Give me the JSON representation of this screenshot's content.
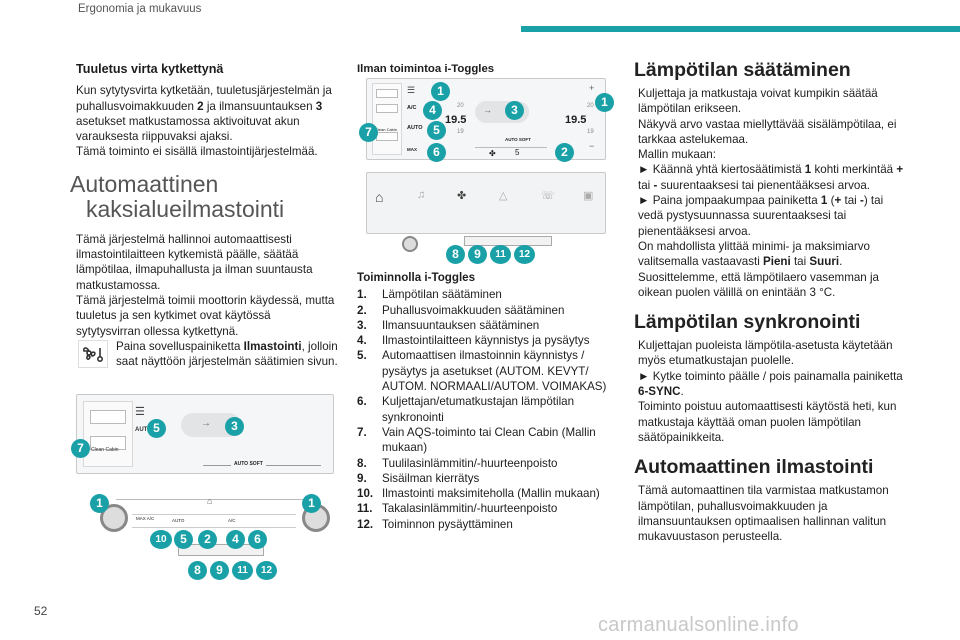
{
  "header": {
    "title": "Ergonomia ja mukavuus"
  },
  "page_number": "52",
  "watermark": "carmanualsonline.info",
  "left": {
    "heading1": "Tuuletus virta kytkettynä",
    "para1_a": "Kun sytytysvirta kytketään, tuuletusjärjestelmän ja puhallusvoimakkuuden ",
    "para1_b": "2",
    "para1_c": " ja ilmansuuntauksen ",
    "para1_d": "3",
    "para1_e": " asetukset matkustamossa aktivoituvat akun varauksesta riippuvaksi ajaksi.",
    "para1_f": "Tämä toiminto ei sisällä ilmastointijärjestelmää.",
    "big_heading_line1": "Automaattinen",
    "big_heading_line2": "kaksialueilmastointi",
    "para2": "Tämä järjestelmä hallinnoi automaattisesti ilmastointilaitteen kytkemistä päälle, säätää lämpötilaa, ilmapuhallusta ja ilman suuntausta matkustamossa.",
    "para3": "Tämä järjestelmä toimii moottorin käydessä, mutta tuuletus ja sen kytkimet ovat käytössä sytytysvirran ollessa kytkettynä.",
    "para4_a": "Paina sovelluspainiketta ",
    "para4_b": "Ilmastointi",
    "para4_c": ", jolloin saat näyttöön järjestelmän säätimien sivun.",
    "icon": "climate-app-icon",
    "screen_labels": {
      "auto": "AUTO",
      "clean": "Clean Cabin",
      "auto_soft": "AUTO SOFT"
    },
    "console_labels": {
      "max_a_c": "MAX A/C",
      "auto": "AUTO",
      "a_c": "A/C"
    },
    "badges_screen": [
      "5",
      "3",
      "7"
    ],
    "badges_console_top": [
      "1",
      "1"
    ],
    "badges_console_mid": [
      "10",
      "5",
      "2",
      "4",
      "6"
    ],
    "badges_console_bot": [
      "8",
      "9",
      "11",
      "12"
    ]
  },
  "middle": {
    "heading": "Ilman toimintoa i-Toggles",
    "screen_labels": {
      "a_c": "A/C",
      "auto": "AUTO",
      "clean": "Clean Cabin",
      "max": "MAX",
      "temp_left": "19.5",
      "temp_right": "19.5",
      "auto_soft": "AUTO SOFT",
      "t_20": "20",
      "t_19": "19",
      "fan_level": "5"
    },
    "badges_screen": [
      "1",
      "4",
      "3",
      "1",
      "7",
      "5",
      "6",
      "2"
    ],
    "badges_bottom": [
      "8",
      "9",
      "11",
      "12"
    ],
    "list_title": "Toiminnolla i-Toggles",
    "items": [
      {
        "n": "1.",
        "text": "Lämpötilan säätäminen"
      },
      {
        "n": "2.",
        "text": "Puhallusvoimakkuuden säätäminen"
      },
      {
        "n": "3.",
        "text": "Ilmansuuntauksen säätäminen"
      },
      {
        "n": "4.",
        "text": "Ilmastointilaitteen käynnistys ja pysäytys"
      },
      {
        "n": "5.",
        "text": "Automaattisen ilmastoinnin käynnistys / pysäytys ja asetukset (AUTOM. KEVYT/ AUTOM. NORMAALI/AUTOM. VOIMAKAS)"
      },
      {
        "n": "6.",
        "text": "Kuljettajan/etumatkustajan lämpötilan synkronointi"
      },
      {
        "n": "7.",
        "text": "Vain AQS-toiminto tai Clean Cabin (Mallin mukaan)"
      },
      {
        "n": "8.",
        "text": "Tuulilasinlämmitin/-huurteenpoisto"
      },
      {
        "n": "9.",
        "text": "Sisäilman kierrätys"
      },
      {
        "n": "10.",
        "text": "Ilmastointi maksimiteholla (Mallin mukaan)"
      },
      {
        "n": "11.",
        "text": "Takalasinlämmitin/-huurteenpoisto"
      },
      {
        "n": "12.",
        "text": "Toiminnon pysäyttäminen"
      }
    ]
  },
  "right": {
    "h1": "Lämpötilan säätäminen",
    "p1": "Kuljettaja ja matkustaja voivat kumpikin säätää lämpötilan erikseen.",
    "p2": "Näkyvä arvo vastaa miellyttävää sisälämpötilaa, ei tarkkaa astelukemaa.",
    "p3": "Mallin mukaan:",
    "p4_a": "► Käännä yhtä kiertosäätimistä ",
    "p4_b": "1",
    "p4_c": " kohti merkintää ",
    "p4_d": "+",
    "p4_e": " tai ",
    "p4_f": "-",
    "p4_g": " suurentaaksesi tai pienentääksesi arvoa.",
    "p5_a": "► Paina jompaakumpaa painiketta ",
    "p5_b": "1",
    "p5_c": " (",
    "p5_d": "+",
    "p5_e": " tai ",
    "p5_f": "-",
    "p5_g": ") tai vedä pystysuunnassa suurentaaksesi tai pienentääksesi arvoa.",
    "p6_a": "On mahdollista ylittää minimi- ja maksimiarvo valitsemalla vastaavasti ",
    "p6_b": "Pieni",
    "p6_c": " tai ",
    "p6_d": "Suuri",
    "p6_e": ".",
    "p7": "Suosittelemme, että lämpötilaero vasemman ja oikean puolen välillä on enintään 3 °C.",
    "h2": "Lämpötilan synkronointi",
    "p8": "Kuljettajan puoleista lämpötila-asetusta käytetään myös etumatkustajan puolelle.",
    "p9_a": "► Kytke toiminto päälle / pois painamalla painiketta ",
    "p9_b": "6-SYNC",
    "p9_c": ".",
    "p10": "Toiminto poistuu automaattisesti käytöstä heti, kun matkustaja käyttää oman puolen lämpötilan säätöpainikkeita.",
    "h3": "Automaattinen ilmastointi",
    "p11": "Tämä automaattinen tila varmistaa matkustamon lämpötilan, puhallusvoimakkuuden ja ilmansuuntauksen optimaalisen hallinnan valitun mukavuustason perusteella."
  },
  "colors": {
    "accent": "#1aa1a8"
  }
}
